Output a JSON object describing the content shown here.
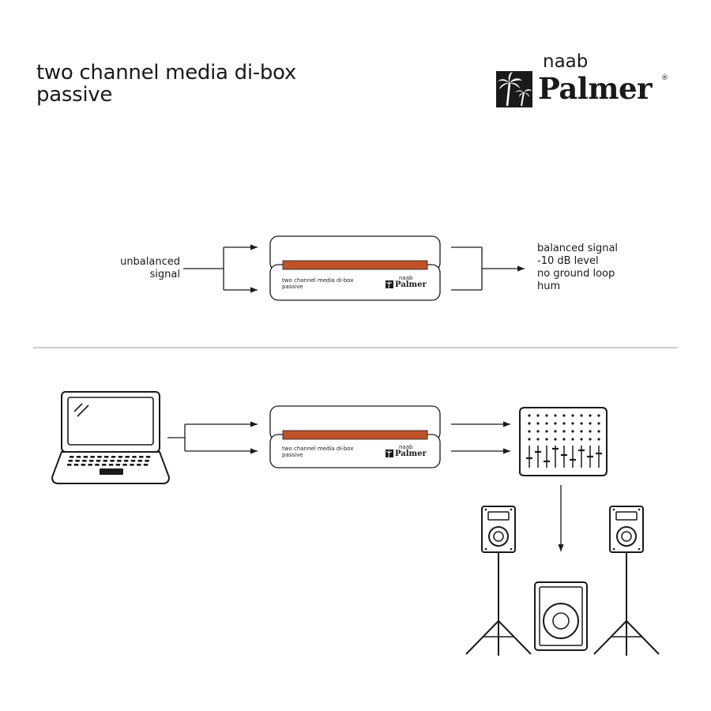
{
  "header": {
    "title_line1": "two channel media di-box",
    "title_line2": "passive"
  },
  "brand": {
    "naab": "naab",
    "name": "Palmer",
    "registered": "®"
  },
  "top_diagram": {
    "input_label_line1": "unbalanced",
    "input_label_line2": "signal",
    "output_label_lines": [
      "balanced signal",
      "-10 dB level",
      "no ground loop",
      "hum"
    ],
    "device": {
      "text_line1": "two channel media di-box",
      "text_line2": "passive",
      "naab": "naab",
      "name": "Palmer"
    }
  },
  "bottom_diagram": {
    "device": {
      "text_line1": "two channel media di-box",
      "text_line2": "passive",
      "naab": "naab",
      "name": "Palmer"
    },
    "source_icon": "laptop-icon",
    "mixer_icon": "mixer-icon",
    "speaker_icon": "studio-monitor-icon",
    "subwoofer_icon": "subwoofer-icon"
  },
  "colors": {
    "accent_stripe": "#c0522a",
    "line": "#1a1a1a",
    "divider": "#9a9a9a"
  }
}
